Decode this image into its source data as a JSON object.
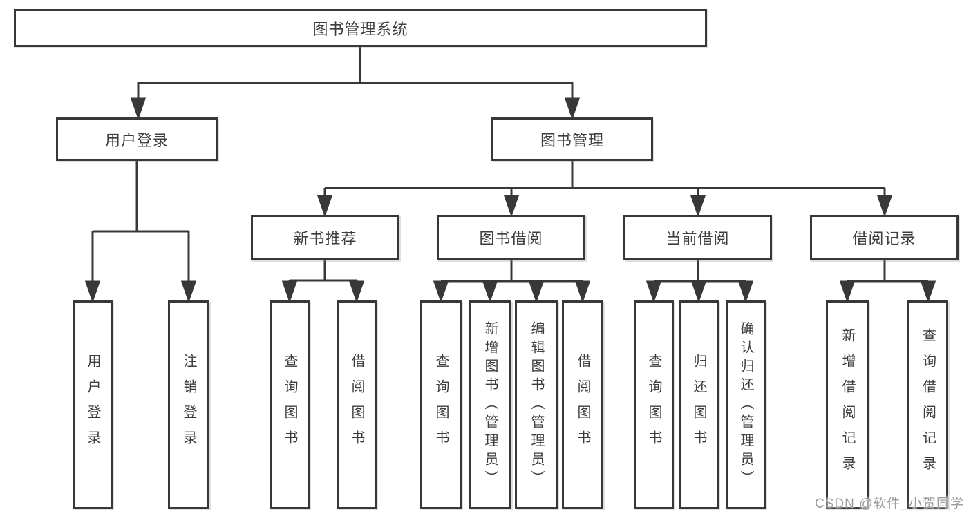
{
  "diagram": {
    "root": {
      "label": "图书管理系统"
    },
    "level2": [
      {
        "label": "用户登录"
      },
      {
        "label": "图书管理"
      }
    ],
    "level3": [
      {
        "label": "新书推荐"
      },
      {
        "label": "图书借阅"
      },
      {
        "label": "当前借阅"
      },
      {
        "label": "借阅记录"
      }
    ],
    "leaves": {
      "user_login": [
        "用户登录",
        "注销登录"
      ],
      "new_book_recommend": [
        "查询图书",
        "借阅图书"
      ],
      "book_borrowing": [
        "查询图书",
        "新增图书（管理员）",
        "编辑图书（管理员）",
        "借阅图书"
      ],
      "current_borrowing": [
        "查询图书",
        "归还图书",
        "确认归还（管理员）"
      ],
      "borrowing_records": [
        "新增借阅记录",
        "查询借阅记录"
      ]
    }
  },
  "watermark": "CSDN @软件_小贺同学",
  "colors": {
    "line": "#383838",
    "text": "#3d3d3d",
    "box_background": "#ffffff",
    "page_background": "#ffffff",
    "watermark": "#9c9ca0"
  }
}
